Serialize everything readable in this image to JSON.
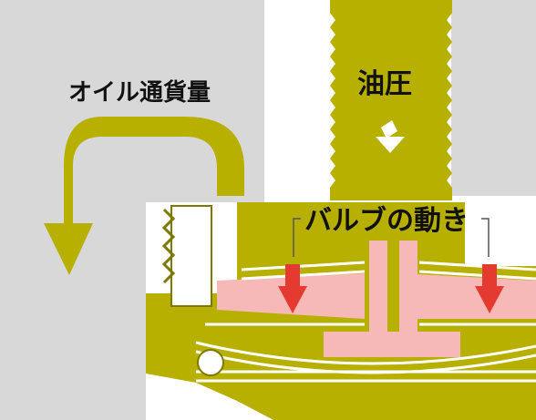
{
  "labels": {
    "oil_flow": "オイル通貨量",
    "oil_pressure": "油圧",
    "valve_motion": "バルブの動き"
  },
  "colors": {
    "background_gray": "#d8d8d8",
    "olive": "#b8b000",
    "olive_dark": "#7d7800",
    "pink": "#f7b8b8",
    "pink_dark": "#e8a3a3",
    "red_arrow": "#e53a2f",
    "white": "#ffffff",
    "text": "#111111"
  },
  "icons": {
    "flow_arrow": "u-turn-arrow",
    "pressure_arrow": "down-arrow",
    "valve_arrows": "red-down-arrow"
  }
}
